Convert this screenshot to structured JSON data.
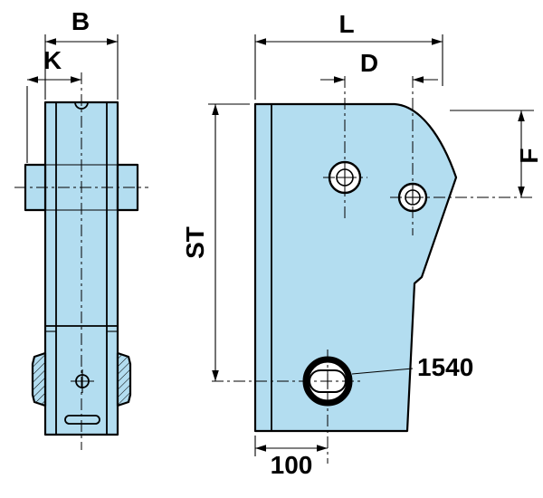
{
  "drawing": {
    "colors": {
      "part_fill": "#b3ddf0",
      "outline": "#000000",
      "background": "#ffffff"
    },
    "front_view": {
      "dim_b": "B",
      "dim_k": "K"
    },
    "side_view": {
      "dim_l": "L",
      "dim_d": "D",
      "dim_f": "F",
      "dim_st": "ST",
      "dim_100": "100",
      "part_label": "1540"
    }
  }
}
